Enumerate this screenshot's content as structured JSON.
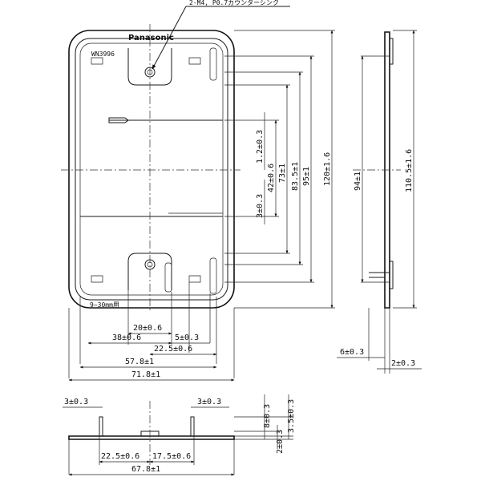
{
  "brand": "Panasonic",
  "model": "WN3996",
  "callout": "2-M4, P0.7カウンターシンク",
  "thickness_range": "9~30mm用",
  "dims": {
    "w_20": "20±0.6",
    "w_38": "38±0.6",
    "w_5": "5±0.3",
    "w_22_5": "22.5±0.6",
    "w_57_8": "57.8±1",
    "w_71_8": "71.8±1",
    "v_1_2": "1.2±0.3",
    "v_42": "42±0.6",
    "v_73": "73±1",
    "v_83_5": "83.5±1",
    "v_95": "95±1",
    "v_120": "120±1.6",
    "v_3": "3±0.3",
    "s_94": "94±1",
    "s_110_5": "110.5±1.6",
    "s_6": "6±0.3",
    "s_2": "2±0.3",
    "b_3_left": "3±0.3",
    "b_3_right": "3±0.3",
    "b_22_5": "22.5±0.6",
    "b_17_5": "17.5±0.6",
    "b_67_8": "67.8±1",
    "b_8": "8±0.3",
    "b_2": "2±0.3",
    "b_3_5": "3.5±0.3"
  }
}
